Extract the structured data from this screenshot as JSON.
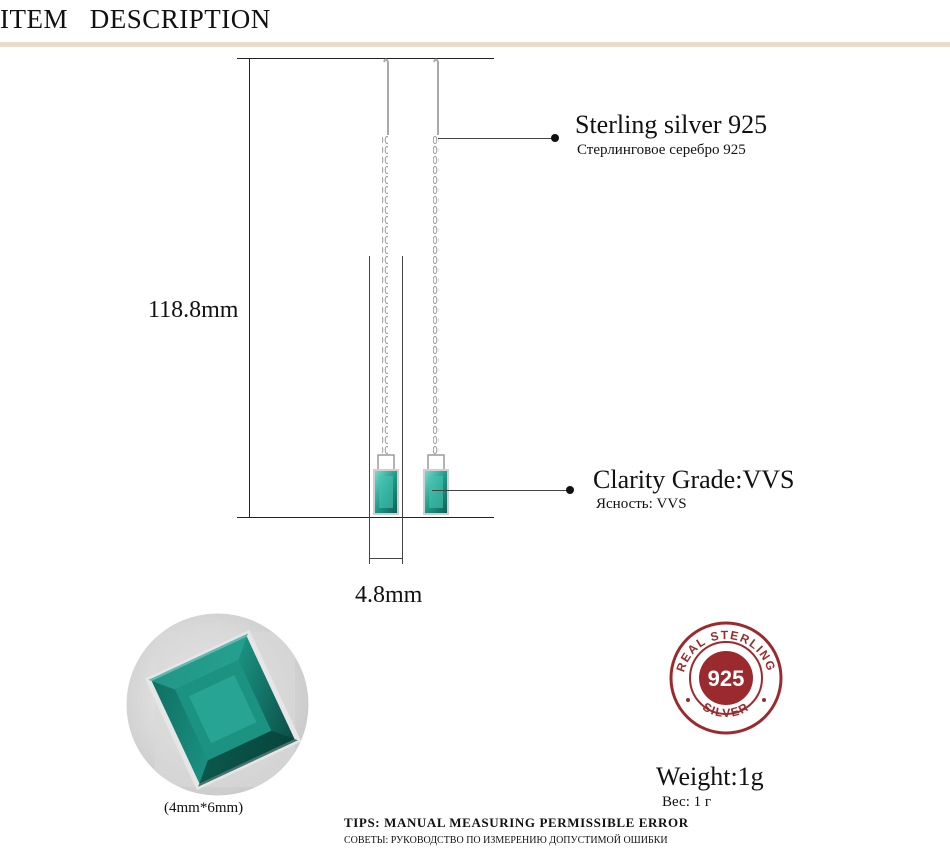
{
  "header": {
    "title": "ITEM   DESCRIPTION"
  },
  "dimensions": {
    "length": "118.8mm",
    "width": "4.8mm"
  },
  "material": {
    "label_en": "Sterling silver 925",
    "label_ru": "Стерлинговое серебро 925"
  },
  "clarity": {
    "label_en": "Clarity Grade:VVS",
    "label_ru": "Ясность: VVS"
  },
  "stone": {
    "size_caption": "(4mm*6mm)"
  },
  "stamp": {
    "ring_text_top": "REAL STERLING",
    "ring_text_bottom": "SILVER",
    "center": "925"
  },
  "weight": {
    "label_en": "Weight:1g",
    "label_ru": "Вес: 1 г"
  },
  "tips": {
    "en": "TIPS: MANUAL MEASURING PERMISSIBLE ERROR",
    "ru": "СОВЕТЫ: РУКОВОДСТВО ПО ИЗМЕРЕНИЮ ДОПУСТИМОЙ ОШИБКИ"
  },
  "colors": {
    "gem": "#1f9a8a",
    "stamp": "#9b2a2f",
    "header_rule": "#e8dccb"
  }
}
